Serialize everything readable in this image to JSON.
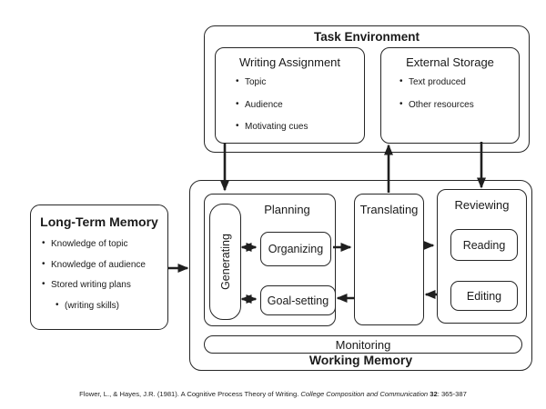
{
  "diagram": {
    "task_environment": {
      "title": "Task Environment",
      "writing_assignment": {
        "title": "Writing Assignment",
        "items": [
          "Topic",
          "Audience",
          "Motivating cues"
        ]
      },
      "external_storage": {
        "title": "External Storage",
        "items": [
          "Text produced",
          "Other resources"
        ]
      }
    },
    "long_term_memory": {
      "title": "Long-Term Memory",
      "items": [
        "Knowledge of topic",
        "Knowledge of audience",
        "Stored writing plans"
      ],
      "nested_item": "(writing skills)"
    },
    "working_memory": {
      "title": "Working Memory",
      "planning": {
        "title": "Planning",
        "generating": "Generating",
        "organizing": "Organizing",
        "goal_setting": "Goal-setting"
      },
      "translating": {
        "title": "Translating"
      },
      "reviewing": {
        "title": "Reviewing",
        "reading": "Reading",
        "editing": "Editing"
      },
      "monitoring": "Monitoring"
    },
    "citation": {
      "prefix": "Flower, L., & Hayes, J.R. (1981). A Cognitive Process Theory of Writing. ",
      "journal": "College Composition and Communication",
      "separator": " ",
      "volume": "32",
      "pages": ": 365-387"
    },
    "colors": {
      "line": "#1f1f1f",
      "background": "#ffffff"
    }
  }
}
